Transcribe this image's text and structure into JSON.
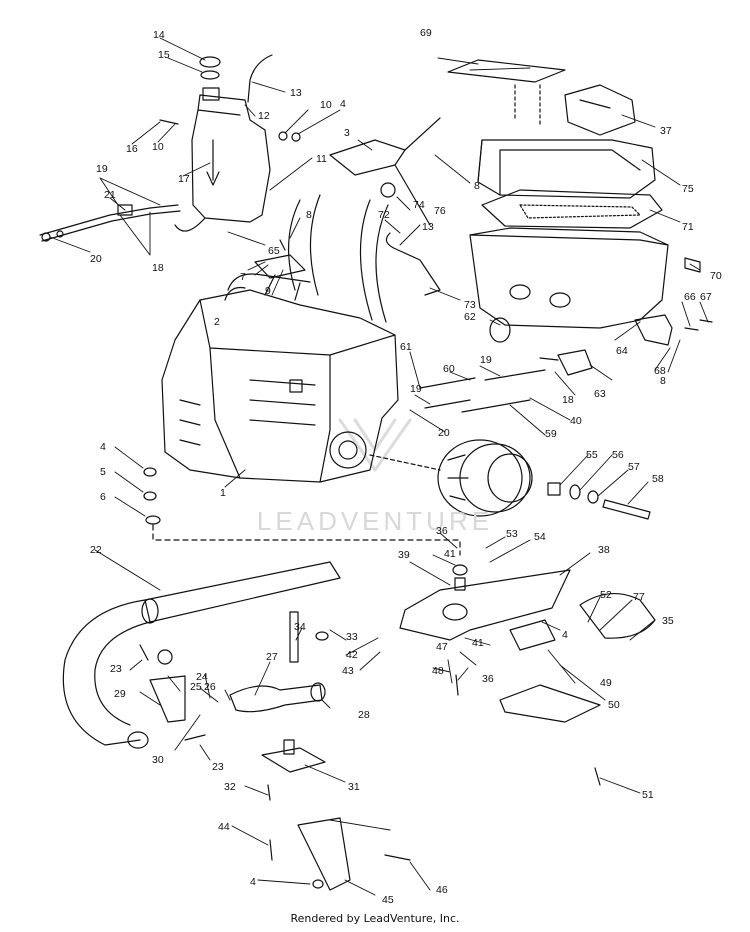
{
  "footer": {
    "text": "Rendered by LeadVenture, Inc."
  },
  "watermark": {
    "text": "LEADVENTURE"
  },
  "part_numbers": [
    "1",
    "2",
    "3",
    "4",
    "5",
    "6",
    "7",
    "8",
    "9",
    "10",
    "11",
    "12",
    "13",
    "14",
    "15",
    "16",
    "17",
    "18",
    "19",
    "20",
    "21",
    "22",
    "23",
    "24",
    "25",
    "26",
    "27",
    "28",
    "29",
    "30",
    "31",
    "32",
    "33",
    "34",
    "35",
    "36",
    "37",
    "38",
    "39",
    "40",
    "41",
    "42",
    "43",
    "44",
    "45",
    "46",
    "47",
    "48",
    "49",
    "50",
    "51",
    "52",
    "53",
    "54",
    "55",
    "56",
    "57",
    "58",
    "59",
    "60",
    "61",
    "62",
    "63",
    "64",
    "65",
    "66",
    "67",
    "68",
    "69",
    "70",
    "71",
    "72",
    "73",
    "74",
    "75",
    "76",
    "77"
  ],
  "colors": {
    "ink": "#111111",
    "watermark": "#d8d8d8",
    "background": "#ffffff"
  }
}
